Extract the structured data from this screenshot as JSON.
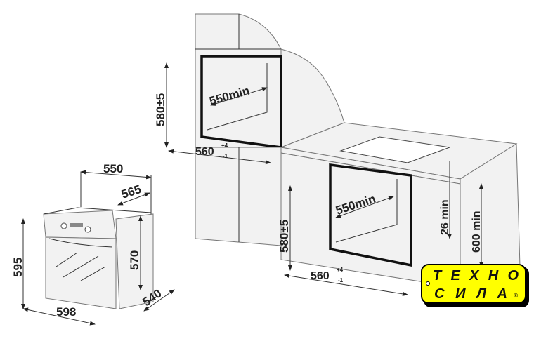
{
  "oven_dimensions": {
    "depth_top": "550",
    "depth_with_panel": "565",
    "height": "595",
    "body_height": "570",
    "width": "598",
    "body_depth": "540"
  },
  "wall_cabinet_niche": {
    "height": "580±5",
    "depth": "550min",
    "width": "560",
    "width_tol_plus": "+4",
    "width_tol_minus": "-1"
  },
  "under_counter_niche": {
    "height": "580±5",
    "depth": "550min",
    "width": "560",
    "width_tol_plus": "+4",
    "width_tol_minus": "-1",
    "counter_gap": "26 min",
    "floor_clearance": "600 min"
  },
  "logo": {
    "line1": "ТЕХНО",
    "line2": "СИЛА",
    "mark": "®",
    "bg_color": "#ffff00"
  }
}
